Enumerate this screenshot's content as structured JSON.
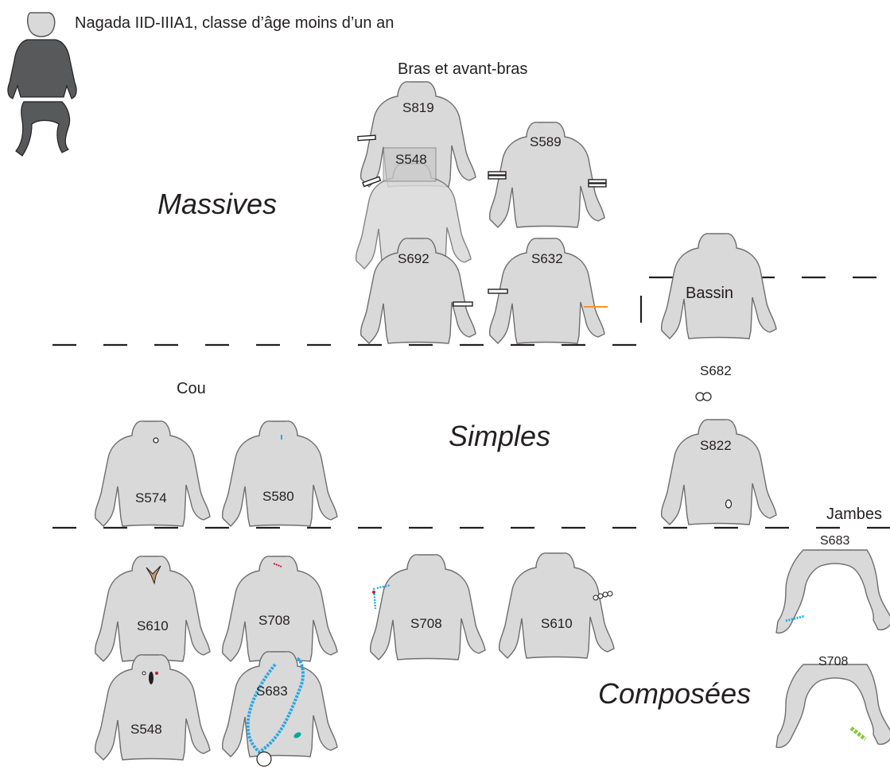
{
  "header": {
    "title": "Nagada IID-IIIA1, classe d’âge moins d’un an"
  },
  "sections": {
    "massives": "Massives",
    "simples": "Simples",
    "composees": "Composées"
  },
  "regions": {
    "bras": "Bras et avant-bras",
    "bassin": "Bassin",
    "cou": "Cou",
    "jambes": "Jambes"
  },
  "figures": {
    "s819": "S819",
    "s548_overlay": "S548",
    "s589": "S589",
    "s692": "S692",
    "s632": "S632",
    "s682": "S682",
    "s822": "S822",
    "s574": "S574",
    "s580": "S580",
    "s610_neck": "S610",
    "s708_neck": "S708",
    "s708_wrist": "S708",
    "s610_wrist": "S610",
    "s548_neck": "S548",
    "s683_body": "S683",
    "s683_legs": "S683",
    "s708_legs": "S708"
  },
  "colors": {
    "body_fill": "#d9d9da",
    "body_stroke": "#6d6e71",
    "icon_fill": "#58595b",
    "bead_blue": "#27aae1",
    "bead_green": "#8dc63f",
    "bead_red": "#be1e2d",
    "bead_orange": "#f7941d",
    "bead_teal": "#00a79d"
  }
}
